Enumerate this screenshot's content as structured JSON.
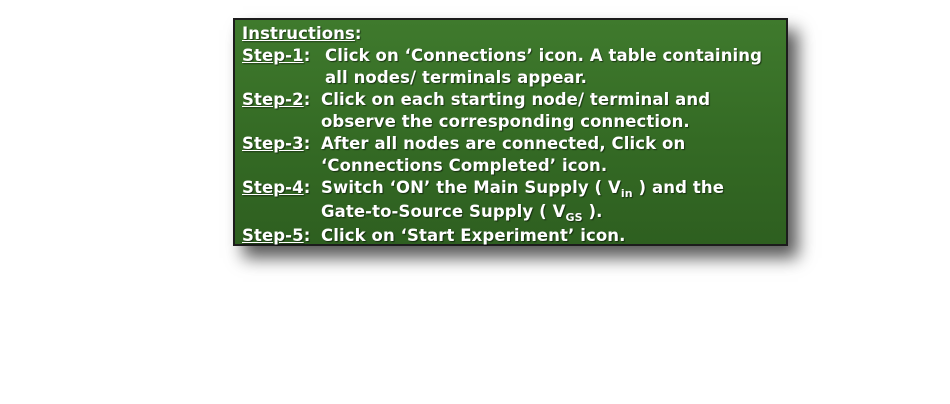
{
  "instructions": {
    "title": "Instructions",
    "title_suffix": ":",
    "steps": [
      {
        "label": "Step-1",
        "separator": ":",
        "lines": [
          "Click on ‘Connections’ icon. A table containing",
          "all nodes/ terminals appear."
        ]
      },
      {
        "label": "Step-2",
        "separator": ":",
        "lines": [
          "Click on each starting node/ terminal and",
          "observe the corresponding connection."
        ]
      },
      {
        "label": "Step-3",
        "separator": ":",
        "lines": [
          "After all nodes are connected, Click on",
          "‘Connections Completed’ icon."
        ]
      },
      {
        "label": "Step-4",
        "separator": ":",
        "line1_pre": "Switch ‘ON’ the Main Supply ( V",
        "line1_sub": "in",
        "line1_post": " ) and the",
        "line2_pre": "Gate-to-Source Supply ( V",
        "line2_sub": "GS",
        "line2_post": " )."
      },
      {
        "label": "Step-5",
        "separator": ":",
        "lines": [
          "Click on ‘Start Experiment’ icon."
        ]
      }
    ]
  }
}
